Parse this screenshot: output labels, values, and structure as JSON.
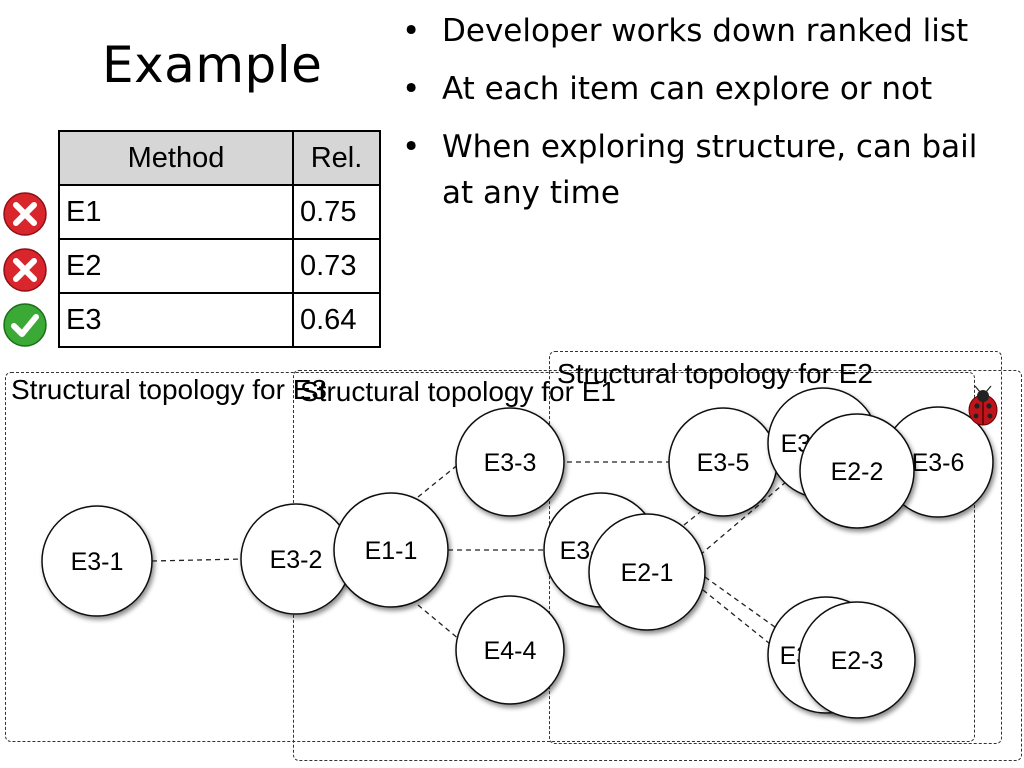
{
  "slide": {
    "title": "Example",
    "bullets": [
      "Developer works down ranked list",
      "At each item can explore or not",
      "When exploring structure, can bail at any time"
    ]
  },
  "table": {
    "headers": [
      "Method",
      "Rel."
    ],
    "rows": [
      {
        "method": "E1",
        "rel": "0.75",
        "status": "reject-icon"
      },
      {
        "method": "E2",
        "rel": "0.73",
        "status": "reject-icon"
      },
      {
        "method": "E3",
        "rel": "0.64",
        "status": "accept-icon"
      }
    ]
  },
  "topologies": {
    "e3_label": "Structural topology for E3",
    "e1_label": "Structural topology for E1",
    "e2_label": "Structural topology for E2"
  },
  "nodes": [
    {
      "id": "e3-1",
      "label": "E3-1"
    },
    {
      "id": "e3-2",
      "label": "E3-2"
    },
    {
      "id": "e1-1",
      "label": "E1-1"
    },
    {
      "id": "e3-3",
      "label": "E3-3"
    },
    {
      "id": "e4-4",
      "label": "E4-4"
    },
    {
      "id": "e3-4",
      "label": "E3-4"
    },
    {
      "id": "e2-1",
      "label": "E2-1"
    },
    {
      "id": "e3-5",
      "label": "E3-5"
    },
    {
      "id": "e3-x",
      "label": "E3-7"
    },
    {
      "id": "e3-6",
      "label": "E3-6"
    },
    {
      "id": "e2-2",
      "label": "E2-2"
    },
    {
      "id": "e3-y",
      "label": "E3-8"
    },
    {
      "id": "e2-3",
      "label": "E2-3"
    }
  ],
  "colors": {
    "reject": "#d9262c",
    "accept": "#3aa935",
    "header_fill": "#d6d6d6",
    "bug": "#c0141b"
  },
  "icons": {
    "bug": "ladybug-icon"
  }
}
